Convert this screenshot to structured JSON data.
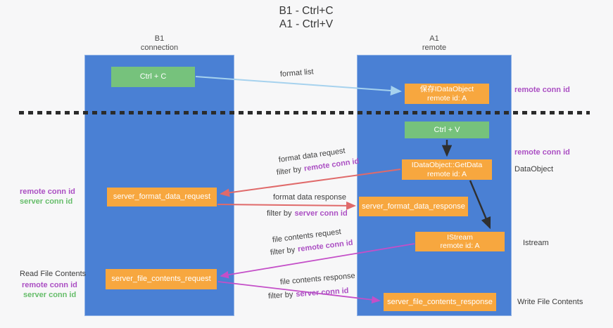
{
  "title": {
    "line1": "B1 - Ctrl+C",
    "line2": "A1 - Ctrl+V"
  },
  "columns": {
    "left": {
      "name": "B1",
      "role": "connection"
    },
    "right": {
      "name": "A1",
      "role": "remote"
    }
  },
  "boxes": {
    "ctrl_c": {
      "label": "Ctrl + C"
    },
    "save_idataobject": {
      "line1": "保存IDataObject",
      "line2": "remote id: A"
    },
    "ctrl_v": {
      "label": "Ctrl + V"
    },
    "getdata": {
      "line1": "IDataObject::GetData",
      "line2": "remote id: A"
    },
    "server_format_data_request": {
      "label": "server_format_data_request"
    },
    "server_format_data_response": {
      "label": "server_format_data_response"
    },
    "istream_box": {
      "line1": "IStream",
      "line2": "remote id: A"
    },
    "server_file_contents_request": {
      "label": "server_file_contents_request"
    },
    "server_file_contents_response": {
      "label": "server_file_contents_response"
    }
  },
  "labels": {
    "format_list": "format list",
    "filter_by": "filter by",
    "remote_conn_id": "remote conn id",
    "server_conn_id": "server conn id",
    "format_data_request": "format data request",
    "format_data_response": "format data response",
    "file_contents_request": "file contents request",
    "file_contents_response": "file contents response",
    "dataobject": "DataObject",
    "istream": "Istream",
    "read_file_contents": "Read File Contents",
    "write_file_contents": "Write File Contents"
  },
  "colors": {
    "background": "#f7f7f8",
    "column_blue": "#4a80d4",
    "box_green": "#76c27c",
    "box_orange": "#f7a73f",
    "arrow_light_blue": "#a6d2ee",
    "arrow_red": "#e06a6a",
    "arrow_magenta": "#c44fc8",
    "arrow_black": "#2f2f2f",
    "text_purple": "#ab4fc3",
    "text_green": "#66bd6a"
  }
}
